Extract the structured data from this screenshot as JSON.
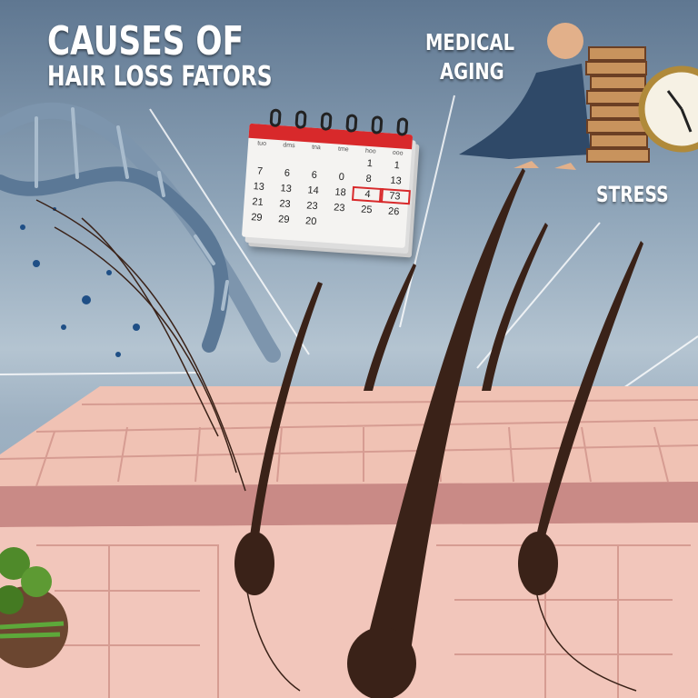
{
  "title": {
    "line1": "CAUSES OF",
    "line2": "HAIR LOSS FATORS"
  },
  "labels": {
    "medical": "MEDICAL",
    "aging": "AGING",
    "stress": "STRESS"
  },
  "calendar": {
    "day_headers": [
      "tuo",
      "dms",
      "tna",
      "tme",
      "hoo",
      "ooo"
    ],
    "dates": [
      "",
      "",
      "",
      "",
      "1",
      "1",
      "7",
      "6",
      "6",
      "0",
      "8",
      "13",
      "13",
      "13",
      "14",
      "18",
      "4",
      "73",
      "21",
      "23",
      "23",
      "23",
      "25",
      "26",
      "29",
      "29",
      "20",
      "",
      "",
      ""
    ],
    "accent_color": "#d8292b"
  },
  "colors": {
    "background": "#8fa5b9",
    "skin": "#f0c2b4",
    "dermis": "#c98a86",
    "hair": "#3a2218"
  },
  "icons": [
    "dna-icon",
    "calendar-icon",
    "stressed-person-icon",
    "books-icon",
    "clock-icon",
    "broccoli-icon",
    "hair-follicle-icon"
  ]
}
